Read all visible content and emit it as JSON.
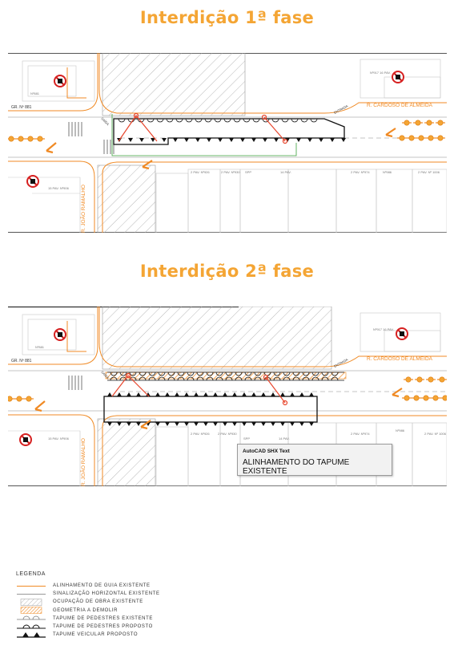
{
  "phase1": {
    "title": "Interdição 1ª fase",
    "street_cardoso": "R. CARDOSO  DE  ALMEIDA",
    "street_joao": "R. JOÃO  RAMALHO",
    "gr_881": "GR. Nº 881",
    "lot_labels": [
      "2 PAV. Nº926",
      "2 PAV. Nº930",
      "SPP",
      "14 PAV.",
      "2 PAV. Nº974",
      "Nº986",
      "2 PAV. Nº 1006",
      "15 PAV. Nº906",
      "Nº881",
      "Nº917 16 PAV."
    ],
    "entrada": "ENTRADA",
    "saida": "SAÍDA"
  },
  "phase2": {
    "title": "Interdição 2ª fase",
    "street_cardoso": "R. CARDOSO  DE  ALMEIDA",
    "street_joao": "R. JOÃO  RAMALHO",
    "gr_881": "GR. Nº 881",
    "lot_labels": [
      "2 PAV. Nº926",
      "2 PAV. Nº930",
      "SPP",
      "14 PAV.",
      "2 PAV. Nº974",
      "Nº986",
      "2 PAV. Nº 1006",
      "15 PAV. Nº906",
      "Nº881",
      "Nº917 16 PAV."
    ],
    "entrada": "ENTRADA",
    "saida": "SAÍDA",
    "tooltip": {
      "title": "AutoCAD SHX Text",
      "value": "ALINHAMENTO DO TAPUME EXISTENTE"
    }
  },
  "legend": {
    "title": "LEGENDA",
    "items": [
      {
        "label": "ALINHAMENTO DE GUIA EXISTENTE",
        "symbol": "orange-line"
      },
      {
        "label": "SINALIZAÇÃO HORIZONTAL EXISTENTE",
        "symbol": "gray-line"
      },
      {
        "label": "OCUPAÇÃO DE OBRA EXISTENTE",
        "symbol": "hatch"
      },
      {
        "label": "GEOMETRIA A DEMOLIR",
        "symbol": "orange-hatch"
      },
      {
        "label": "TAPUME DE PEDESTRES EXISTENTE",
        "symbol": "arc-line-gray"
      },
      {
        "label": "TAPUME DE PEDESTRES PROPOSTO",
        "symbol": "arc-line-black"
      },
      {
        "label": "TAPUME VEICULAR PROPOSTO",
        "symbol": "triangle-line"
      }
    ]
  },
  "colors": {
    "accent": "#f4a534",
    "curb": "#f08a24",
    "hatch": "#9a9a9a",
    "proposed": "#111111",
    "marker": "#e8452c"
  }
}
